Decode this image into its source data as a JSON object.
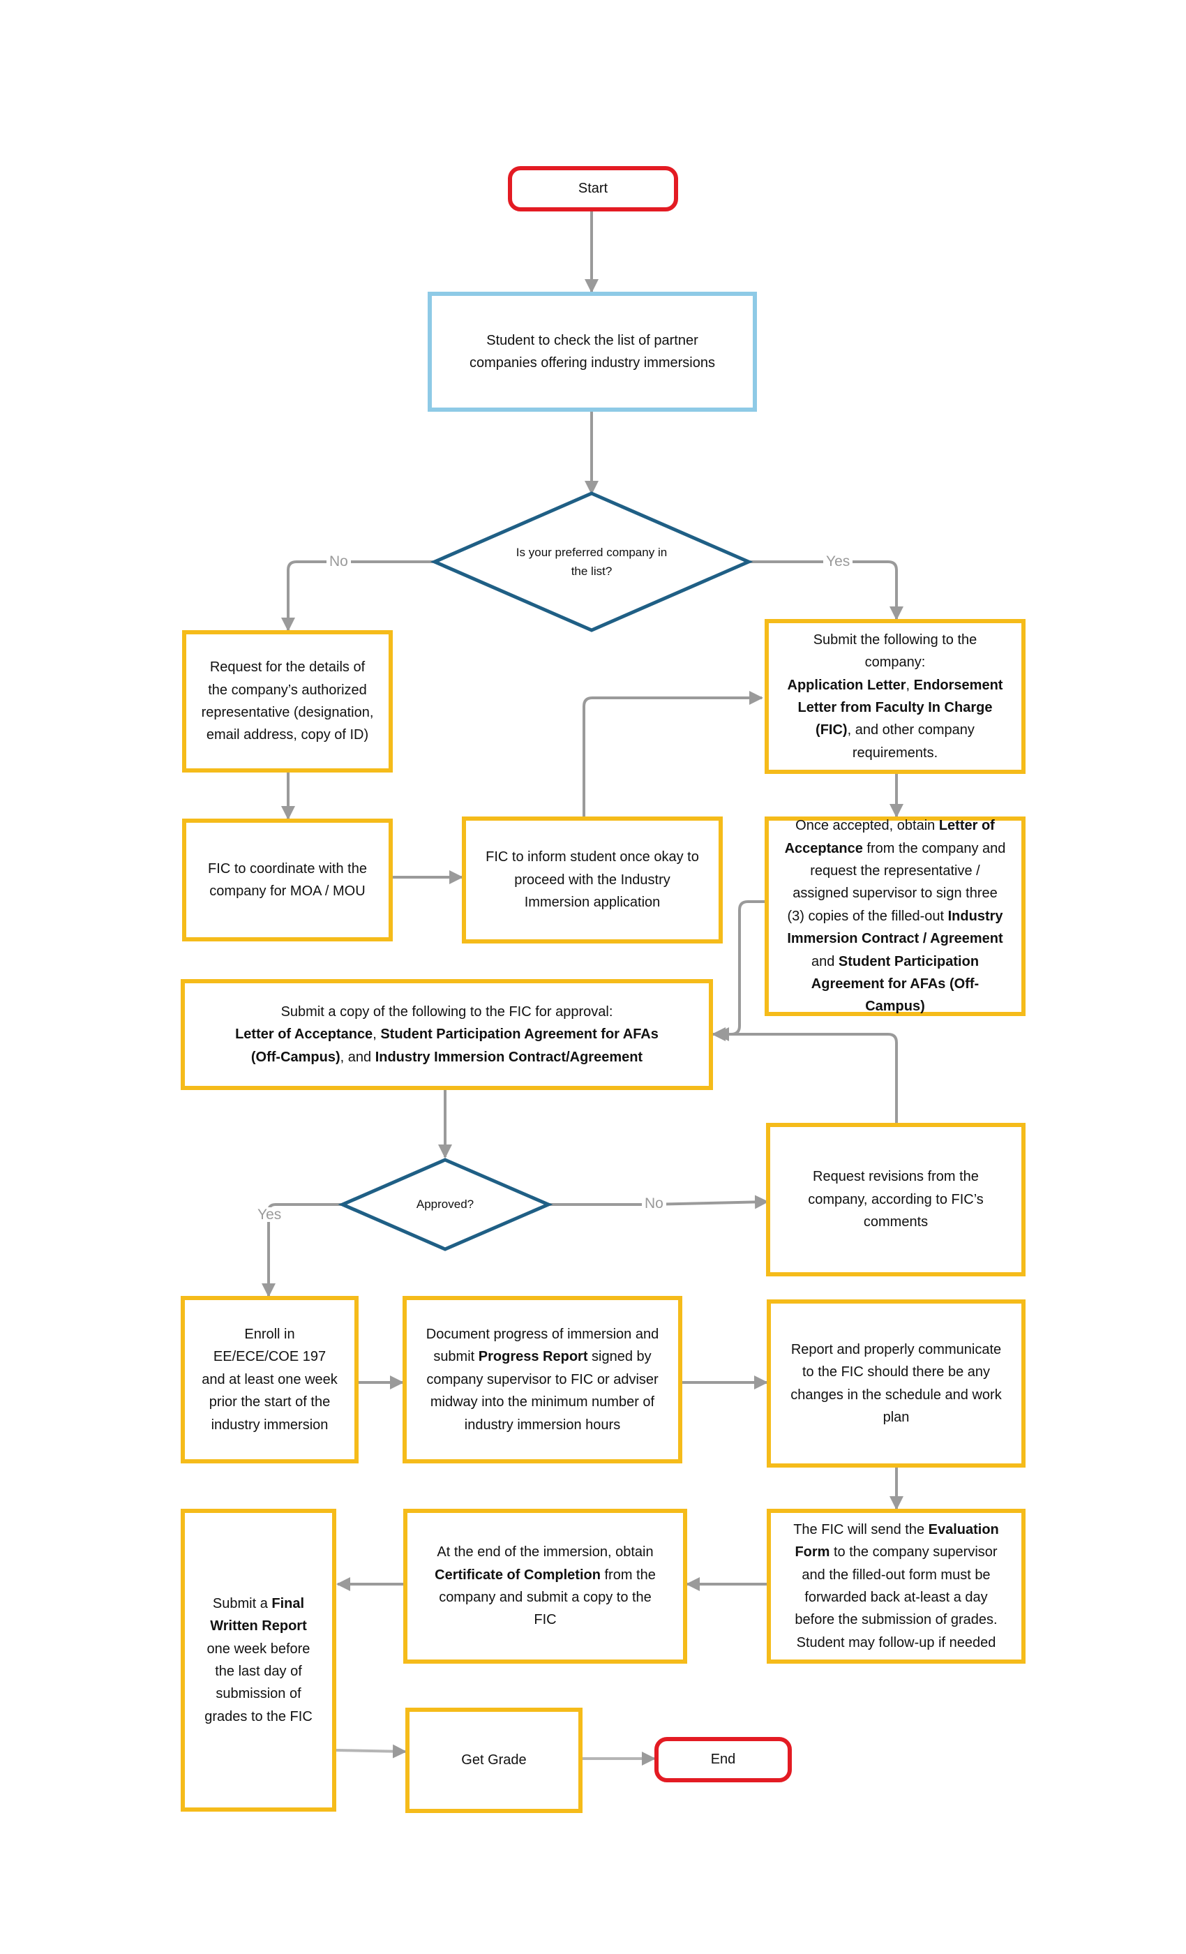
{
  "nodes": {
    "start": "Start",
    "check_list": "Student to check the list of partner companies offering industry immersions",
    "decision_company": "Is your preferred company in the list?",
    "request_details": "Request for the details of the company’s authorized representative (designation, email address, copy of ID)",
    "submit_company": {
      "p1": "Submit the following to the company:",
      "b1": "Application Letter",
      "p2": ", ",
      "b2": "Endorsement Letter from Faculty In Charge (FIC)",
      "p3": ", and other company requirements."
    },
    "fic_coordinate": "FIC to coordinate with the company for MOA / MOU",
    "fic_inform": "FIC to inform student once okay to proceed with the Industry Immersion application",
    "once_accepted": {
      "p1": "Once accepted, obtain ",
      "b1": "Letter of Acceptance",
      "p2": " from the company and request the representative / assigned supervisor to sign three (3) copies of the filled-out ",
      "b2": "Industry Immersion Contract / Agreement",
      "p3": " and ",
      "b3": "Student Participation Agreement for AFAs (Off-Campus)"
    },
    "submit_fic": {
      "p1": "Submit a copy of the following to the FIC for approval:",
      "b1": "Letter of Acceptance",
      "p2": ", ",
      "b2": "Student Participation Agreement for AFAs (Off-Campus)",
      "p3": ", and ",
      "b3": "Industry Immersion Contract/Agreement"
    },
    "decision_approved": "Approved?",
    "request_revisions": "Request revisions from the company, according to FIC’s comments",
    "enroll": "Enroll in EE/ECE/COE 197 and at least one week prior the start of the industry immersion",
    "document_progress": {
      "p1": "Document progress of immersion and submit ",
      "b1": "Progress Report",
      "p2": " signed by company supervisor to FIC or adviser midway into the minimum number of industry immersion hours"
    },
    "report_changes": "Report and properly communicate to the FIC should there be any changes in the schedule and work plan",
    "evaluation": {
      "p1": "The FIC will send the ",
      "b1": "Evaluation Form",
      "p2": " to the company supervisor and the filled-out form must be forwarded back at-least a day before the submission of grades. Student may follow-up if needed"
    },
    "certificate": {
      "p1": "At the end of the immersion, obtain ",
      "b1": "Certificate of Completion",
      "p2": " from the company and submit a copy to the FIC"
    },
    "final_report": {
      "p1": "Submit a ",
      "b1": "Final Written Report",
      "p2": " one week before the last day of submission of grades to the FIC"
    },
    "get_grade": "Get Grade",
    "end": "End"
  },
  "edge_labels": {
    "company_no": "No",
    "company_yes": "Yes",
    "approved_yes": "Yes",
    "approved_no": "No"
  },
  "colors": {
    "terminal": "#e31b23",
    "first_step": "#8ecae6",
    "process": "#f5bb1a",
    "decision": "#1f5f85",
    "connector": "#9a9a9a"
  }
}
